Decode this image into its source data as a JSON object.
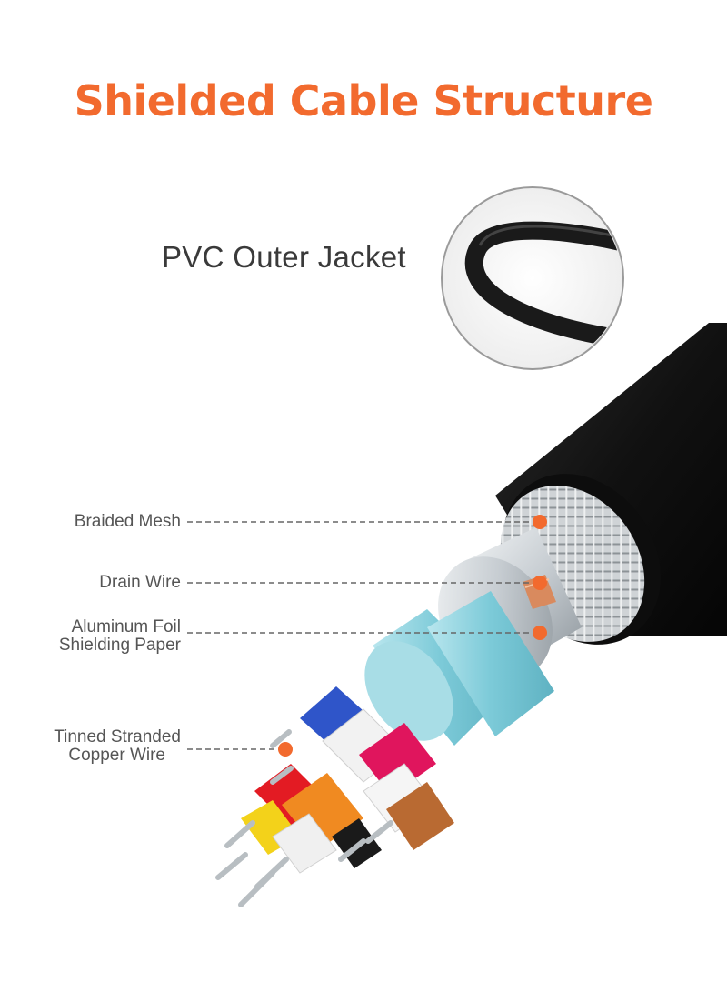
{
  "title": "Shielded Cable Structure",
  "jacket_label": "PVC Outer Jacket",
  "layers": [
    {
      "label": "Braided Mesh"
    },
    {
      "label": "Drain Wire"
    },
    {
      "label_lines": [
        "Aluminum Foil",
        "Shielding Paper"
      ]
    },
    {
      "label_lines": [
        "Tinned Stranded",
        "Copper Wire"
      ]
    }
  ],
  "colors": {
    "accent": "#f26a2e",
    "jacket": "#141414",
    "foil": "#cfd6db",
    "insulation_aqua": "#8fd3df"
  }
}
